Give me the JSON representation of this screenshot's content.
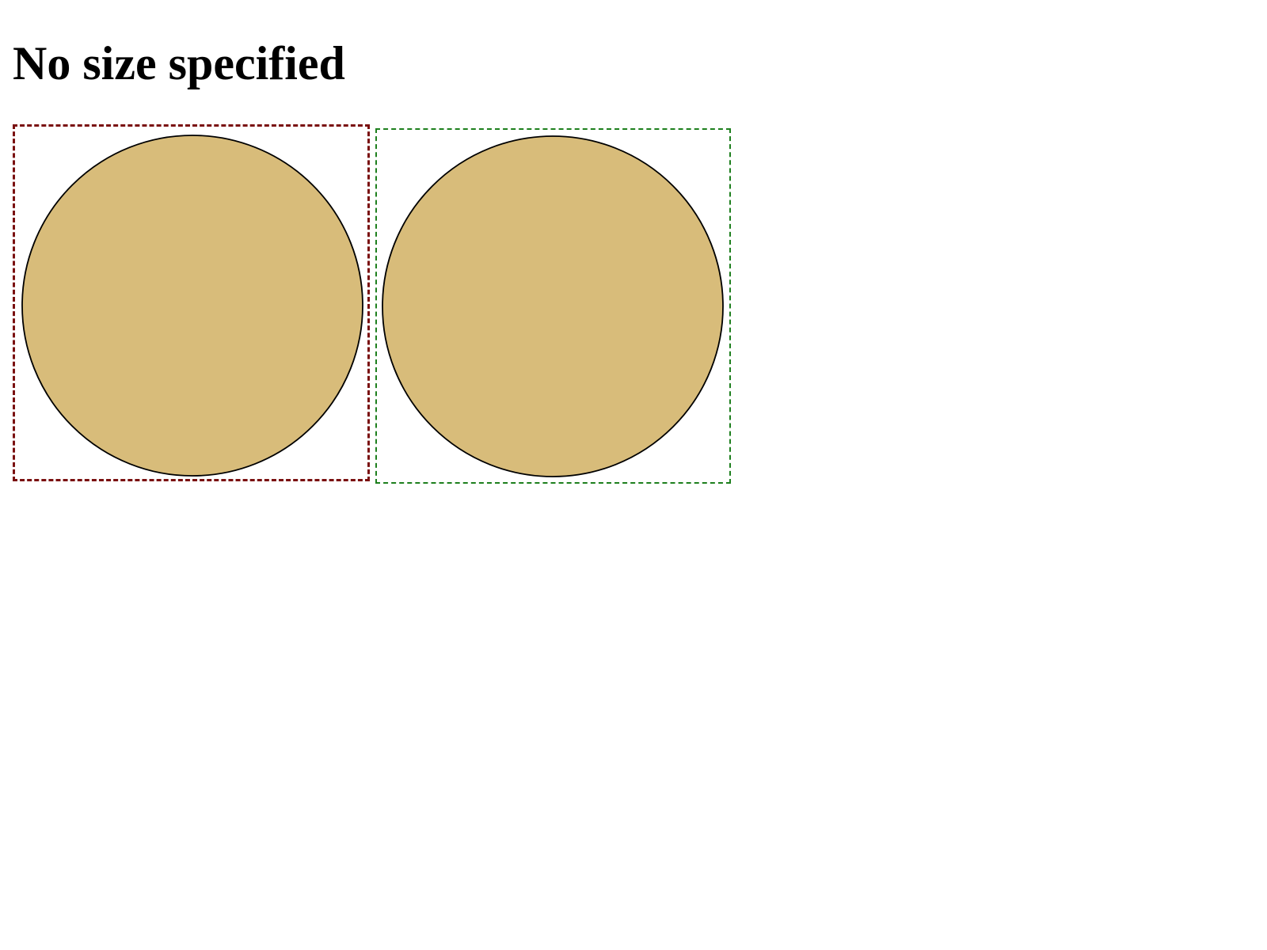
{
  "header": {
    "title": "No size specified"
  },
  "colors": {
    "circle_fill": "#d8bc7a",
    "circle_stroke": "#000000",
    "left_border": "#7a1010",
    "right_border": "#1d7f1d"
  },
  "figures": [
    {
      "name": "left-circle-figure",
      "border_style": "dashed"
    },
    {
      "name": "right-circle-figure",
      "border_style": "dotted"
    }
  ]
}
